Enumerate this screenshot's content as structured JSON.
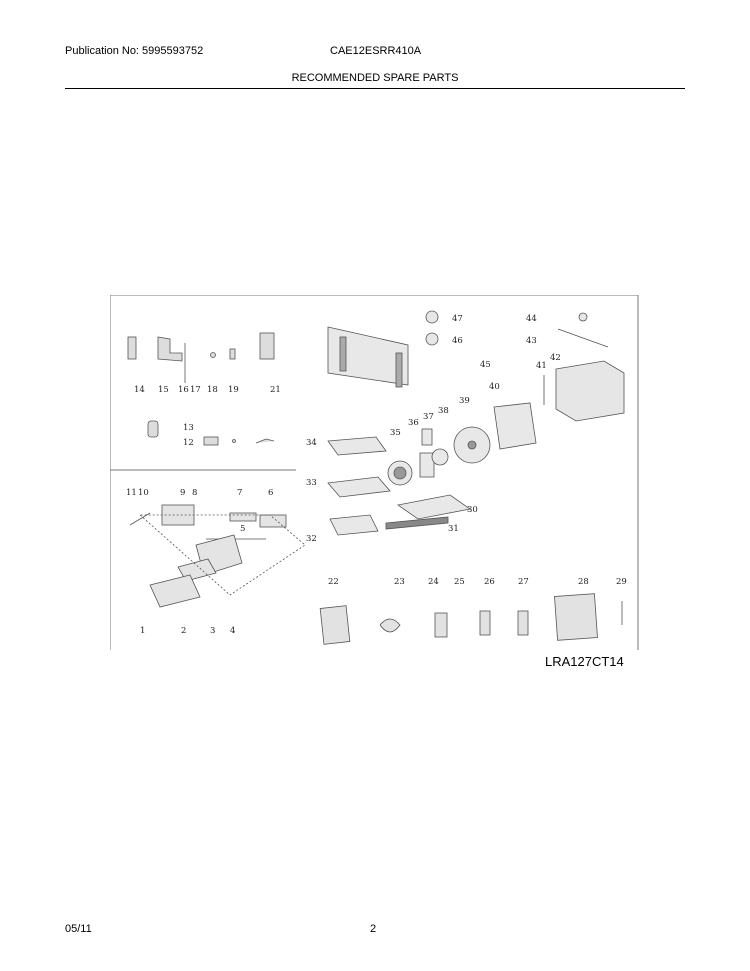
{
  "header": {
    "publication": "Publication No: 5995593752",
    "model": "CAE12ESRR410A",
    "title": "RECOMMENDED SPARE PARTS"
  },
  "diagram": {
    "figure_code": "LRA127CT14",
    "callouts": [
      "1",
      "2",
      "3",
      "4",
      "5",
      "6",
      "7",
      "8",
      "9",
      "10",
      "11",
      "12",
      "13",
      "14",
      "15",
      "16",
      "17",
      "18",
      "19",
      "21",
      "22",
      "23",
      "24",
      "25",
      "26",
      "27",
      "28",
      "29",
      "30",
      "31",
      "32",
      "33",
      "34",
      "35",
      "36",
      "37",
      "38",
      "39",
      "40",
      "41",
      "42",
      "43",
      "44",
      "45",
      "46",
      "47"
    ]
  },
  "footer": {
    "date": "05/11",
    "page": "2"
  }
}
